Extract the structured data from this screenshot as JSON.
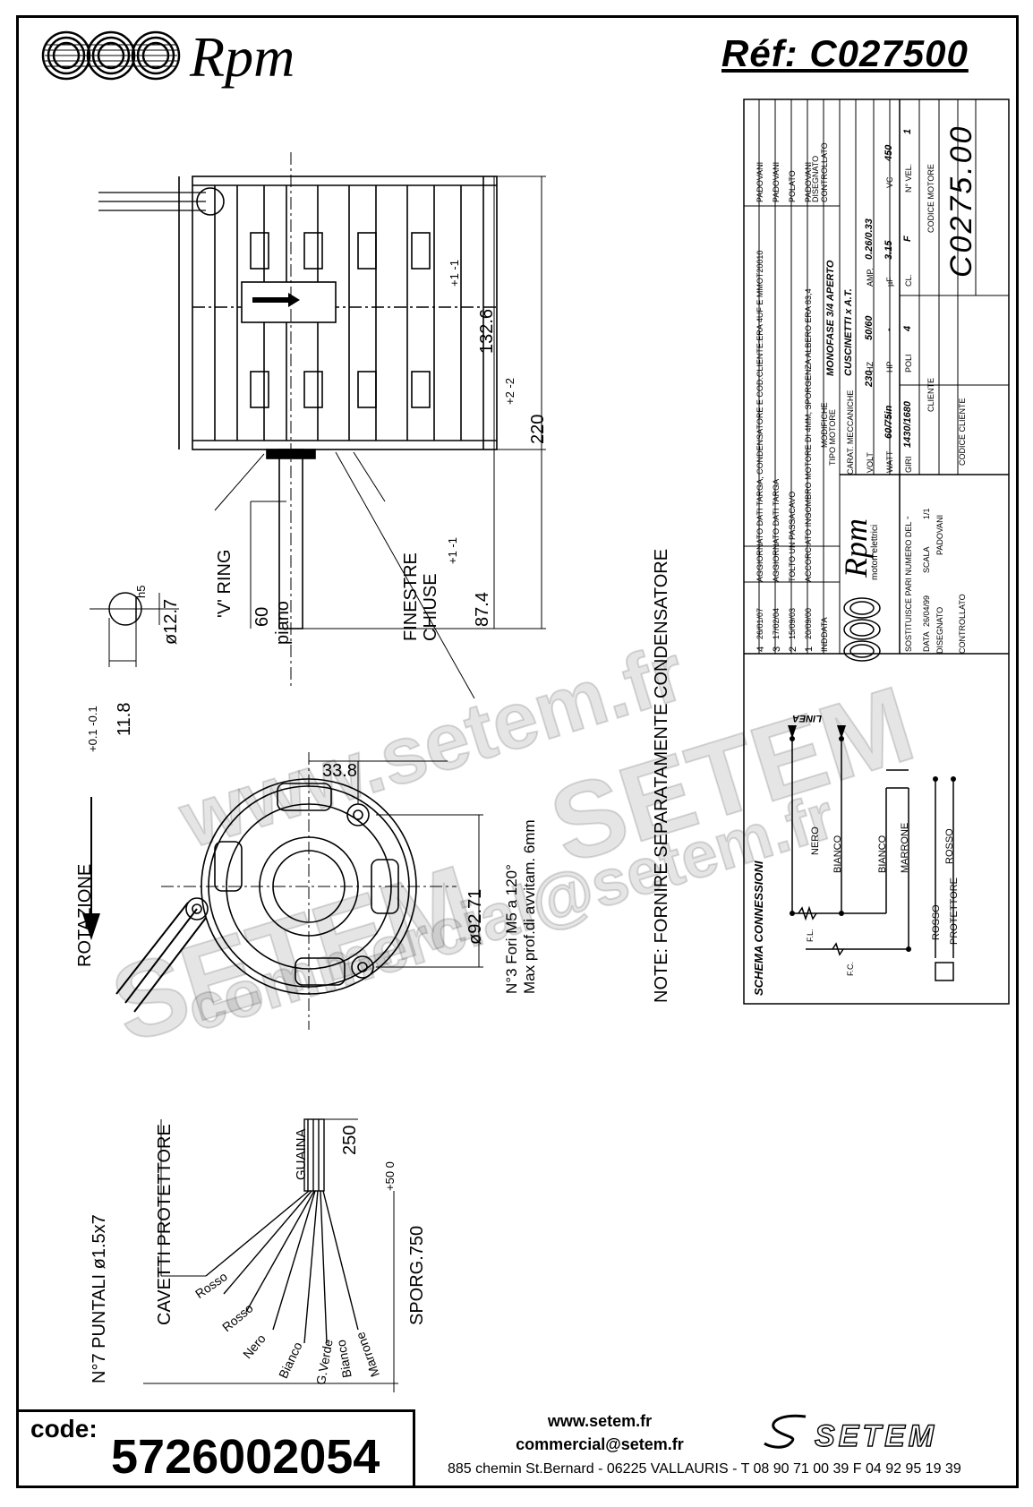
{
  "header": {
    "brand": "Rpm",
    "reference": "Réf:  C027500"
  },
  "drawing": {
    "labels": {
      "length_motor": "132.6",
      "length_motor_tol": "+1 -1",
      "length_total": "220",
      "length_total_tol": "+2 -2",
      "shaft_length": "87.4",
      "shaft_length_tol": "+1 -1",
      "shaft_diameter": "ø12.7",
      "shaft_fit": "h5",
      "flat_length": "60",
      "flat_label": "piano",
      "flat_depth": "11.8",
      "flat_depth_tol": "+0.1 -0.1",
      "v_ring": "'V' RING",
      "windows": "FINESTRE CHIUSE",
      "rotation": "ROTAZIONE",
      "offset_33": "33.8",
      "bolt_circle": "ø92.71",
      "holes": "N°3 Fori M5 a 120°",
      "holes_depth": "Max prof.di avvitam. 6mm",
      "note": "NOTE:   FORNIRE SEPARATAMENTE CONDENSATORE",
      "guaina": "GUAINA",
      "sheath_length": "250",
      "protector_wires": "CAVETTI PROTETTORE",
      "terminals": "N°7 PUNTALI ø1.5x7",
      "lead_length": "SPORG.750",
      "lead_length_tol": "+50 0",
      "wires": [
        "Rosso",
        "Rosso",
        "Nero",
        "Bianco",
        "G.Verde",
        "Bianco",
        "Marrone"
      ]
    }
  },
  "title_block": {
    "revisions": [
      {
        "ind": "4",
        "date": "26/01/07",
        "desc": "AGGIORNATO DATI TARGA, CONDENSATORE E COD.CLIENTE:ERA 4UF E MMOT20010",
        "by": "PADOVANI"
      },
      {
        "ind": "3",
        "date": "17/02/04",
        "desc": "AGGIORNATO DATI TARGA",
        "by": "PADOVANI"
      },
      {
        "ind": "2",
        "date": "15/09/03",
        "desc": "TOLTO UN PASSACAVO",
        "by": "POLATO"
      },
      {
        "ind": "1",
        "date": "20/09/00",
        "desc": "ACCORCIATO INGOMBRO MOTORE DI 4MM, SPORGENZA ALBERO ERA 83,4",
        "by": "PADOVANI"
      }
    ],
    "rev_headers": {
      "ind": "IND",
      "date": "DATA",
      "desc": "MODIFICHE",
      "drawn": "DISEGNATO",
      "checked": "CONTROLLATO"
    },
    "company": "Rpm",
    "company_sub": "motori elettrici",
    "tipo_motore_label": "TIPO MOTORE",
    "tipo_motore": "MONOFASE 3/4 APERTO",
    "carat_label": "CARAT. MECCANICHE",
    "carat": "CUSCINETTI x A.T.",
    "volt_label": "VOLT",
    "volt": "230",
    "hz_label": "HZ",
    "hz": "50/60",
    "amp_label": "AMP.",
    "amp": "0.26/0.33",
    "watt_label": "WATT",
    "watt": "60/75in",
    "hp_label": "HP",
    "hp": "-",
    "uf_label": "µF",
    "uf": "3.15",
    "vc_label": "VC",
    "vc": "450",
    "giri_label": "GIRI",
    "giri": "1430/1680",
    "poli_label": "POLI",
    "poli": "4",
    "cl_label": "CL.",
    "cl": "F",
    "vel_label": "N° VEL.",
    "vel": "1",
    "sostituisce_label": "SOSTITUISCE PARI NUMERO DEL",
    "sostituisce": "-",
    "data_label": "DATA",
    "data": "26/04/99",
    "scala_label": "SCALA",
    "scala": "1/1",
    "cliente_label": "CLIENTE",
    "disegnato_label": "DISEGNATO",
    "disegnato": "PADOVANI",
    "controllato_label": "CONTROLLATO",
    "codice_cliente_label": "CODICE CLIENTE",
    "codice_motore_label": "CODICE MOTORE",
    "codice_motore": "C0275.00",
    "schema_title": "SCHEMA CONNESSIONI",
    "schema_labels": [
      "NERO",
      "BIANCO",
      "BIANCO",
      "MARRONE",
      "ROSSO",
      "ROSSO",
      "PROTETTORE",
      "LINEA",
      "F.L.",
      "F.C."
    ]
  },
  "watermarks": [
    "www.setem.fr",
    "SETEM",
    "SETEM",
    "commercial@setem.fr"
  ],
  "footer": {
    "code_label": "code:",
    "code_value": "5726002054",
    "website": "www.setem.fr",
    "email": "commercial@setem.fr",
    "address": "885 chemin St.Bernard  -  06225 VALLAURIS  -  T 08 90 71 00 39   F 04 92 95 19 39",
    "setem_logo": "SETEM"
  }
}
